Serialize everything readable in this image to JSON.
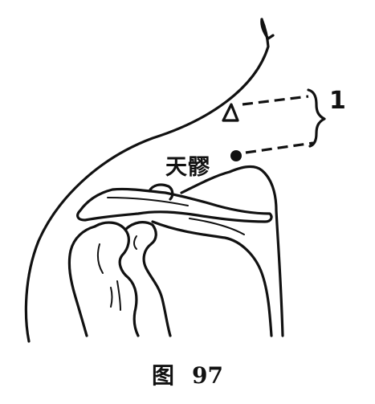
{
  "labels": {
    "point_name": "天髎",
    "distance": "1"
  },
  "caption": {
    "figure_char": "图",
    "figure_number": "97"
  }
}
